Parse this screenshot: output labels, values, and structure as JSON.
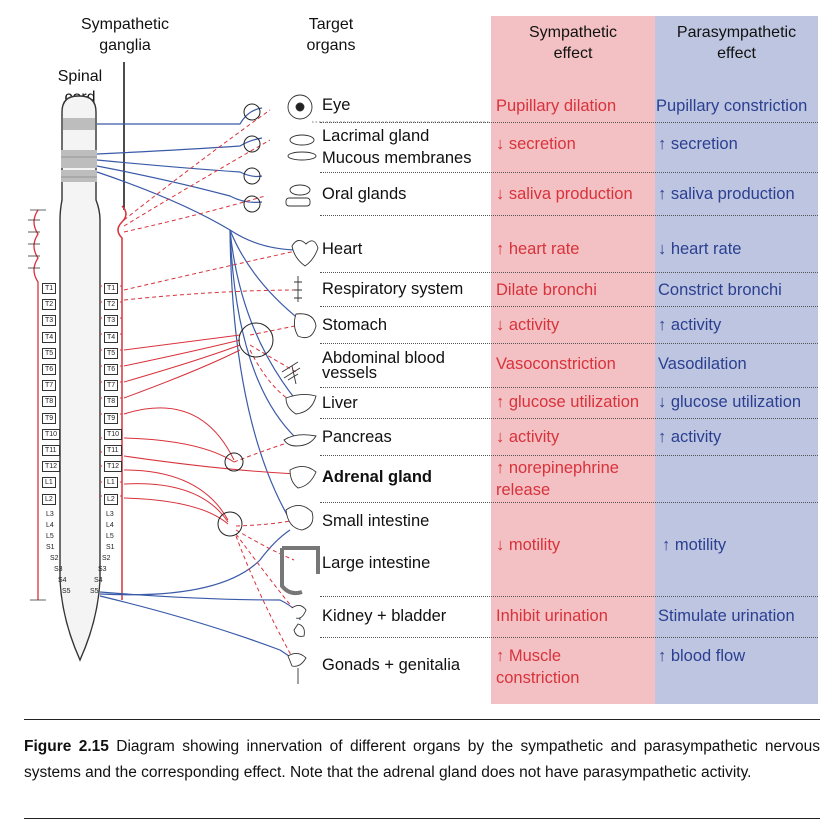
{
  "headers": {
    "sympathetic_ganglia": [
      "Sympathetic",
      "ganglia"
    ],
    "target_organs": [
      "Target",
      "organs"
    ],
    "spinal_cord": [
      "Spinal",
      "cord"
    ],
    "sympathetic_effect": [
      "Sympathetic",
      "effect"
    ],
    "parasympathetic_effect": [
      "Parasympathetic",
      "effect"
    ]
  },
  "organs": {
    "eye": "Eye",
    "lacrimal": "Lacrimal gland",
    "mucous": "Mucous membranes",
    "oral": "Oral glands",
    "heart": "Heart",
    "respiratory": "Respiratory system",
    "stomach": "Stomach",
    "abdominal_1": "Abdominal blood",
    "abdominal_2": "vessels",
    "liver": "Liver",
    "pancreas": "Pancreas",
    "adrenal": "Adrenal gland",
    "small_intestine": "Small intestine",
    "large_intestine": "Large intestine",
    "kidney": "Kidney + bladder",
    "gonads": "Gonads + genitalia"
  },
  "sympathetic": {
    "eye": "Pupillary dilation",
    "lacrimal_mucous": "↓ secretion",
    "oral": "↓ saliva production",
    "heart": "↑ heart rate",
    "respiratory": "Dilate bronchi",
    "stomach": "↓ activity",
    "abdominal": "Vasoconstriction",
    "liver": "↑ glucose utilization",
    "pancreas": "↓ activity",
    "adrenal_1": "↑ norepinephrine",
    "adrenal_2": "release",
    "intestines": "↓ motility",
    "kidney": "Inhibit urination",
    "gonads_1": "↑  Muscle",
    "gonads_2": "constriction"
  },
  "parasympathetic": {
    "eye": "Pupillary constriction",
    "lacrimal_mucous": "↑ secretion",
    "oral": "↑ saliva production",
    "heart": "↓ heart rate",
    "respiratory": "Constrict bronchi",
    "stomach": "↑ activity",
    "abdominal": "Vasodilation",
    "liver": "↓ glucose utilization",
    "pancreas": "↑ activity",
    "intestines": "↑ motility",
    "kidney": "Stimulate urination",
    "gonads": "↑ blood flow"
  },
  "segments": {
    "thoracic": [
      "T1",
      "T2",
      "T3",
      "T4",
      "T5",
      "T6",
      "T7",
      "T8",
      "T9",
      "T10",
      "T11",
      "T12"
    ],
    "lumbar_boxed": [
      "L1",
      "L2"
    ],
    "lower": [
      "L3",
      "L4",
      "L5",
      "S1",
      "S2",
      "S3",
      "S4",
      "S5"
    ]
  },
  "caption": {
    "label": "Figure 2.15",
    "text": " Diagram showing innervation of different organs by the sympathetic and parasympathetic nervous systems and the corresponding effect. Note that the adrenal gland does not have parasympathetic activity."
  },
  "colors": {
    "sympathetic": "#d8323c",
    "parasympathetic": "#2b3f91",
    "sympathetic_bg": "#f3c1c3",
    "parasympathetic_bg": "#bdc5e0"
  }
}
